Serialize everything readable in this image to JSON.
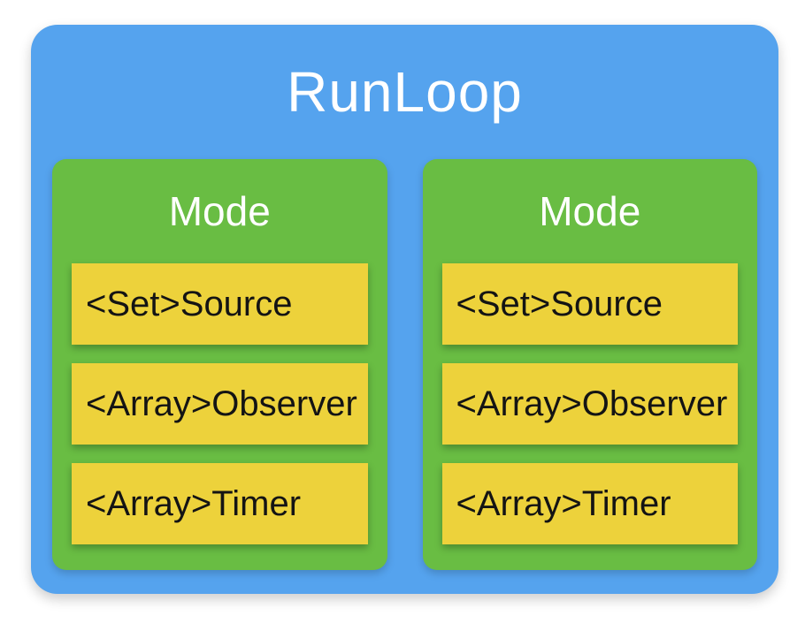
{
  "colors": {
    "outer_blue": "#55a3ee",
    "mode_green": "#69bd43",
    "item_yellow": "#edd23b",
    "title_text": "#ffffff",
    "item_text": "#141414",
    "page_bg": "#ffffff"
  },
  "diagram": {
    "title": "RunLoop",
    "modes": [
      {
        "title": "Mode",
        "items": [
          "<Set>Source",
          "<Array>Observer",
          "<Array>Timer"
        ]
      },
      {
        "title": "Mode",
        "items": [
          "<Set>Source",
          "<Array>Observer",
          "<Array>Timer"
        ]
      }
    ]
  }
}
